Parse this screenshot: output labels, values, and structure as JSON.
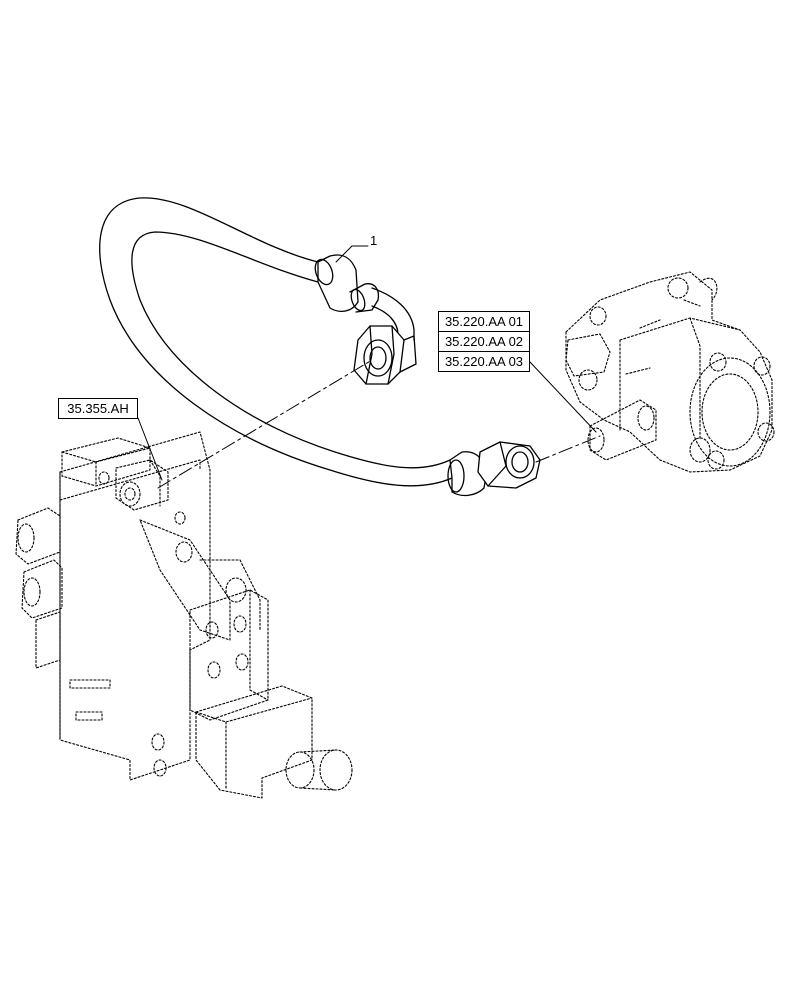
{
  "callouts": {
    "hose_item_number": "1"
  },
  "references": {
    "valve_ref": "35.355.AH",
    "pump_refs": [
      "35.220.AA 01",
      "35.220.AA 02",
      "35.220.AA 03"
    ]
  },
  "icons": {
    "hose": "hydraulic-hose-icon",
    "valve": "control-valve-icon",
    "pump": "hydraulic-pump-icon"
  },
  "colors": {
    "line": "#000000",
    "background": "#ffffff"
  }
}
